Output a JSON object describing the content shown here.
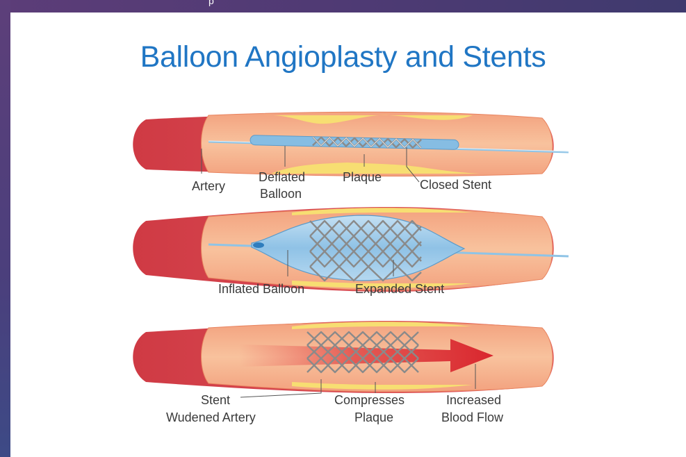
{
  "page": {
    "title": "Balloon Angioplasty and Stents",
    "top_fragment": "p"
  },
  "stage1": {
    "artery_label": "Artery",
    "deflated_balloon_label_l1": "Deflated",
    "deflated_balloon_label_l2": "Balloon",
    "plaque_label": "Plaque",
    "closed_stent_label": "Closed Stent"
  },
  "stage2": {
    "inflated_balloon_label": "Inflated Balloon",
    "expanded_stent_label": "Expanded Stent"
  },
  "stage3": {
    "stent_label": "Stent",
    "widened_artery_label": "Wudened Artery",
    "compresses_plaque_label_l1": "Compresses",
    "compresses_plaque_label_l2": "Plaque",
    "increased_flow_label_l1": "Increased",
    "increased_flow_label_l2": "Blood Flow"
  },
  "colors": {
    "title": "#2076c4",
    "artery_wall": "#e04a52",
    "artery_inner": "#f6b38e",
    "plaque": "#f8e17a",
    "balloon": "#9fcbe9",
    "arrow": "#d9262e"
  }
}
